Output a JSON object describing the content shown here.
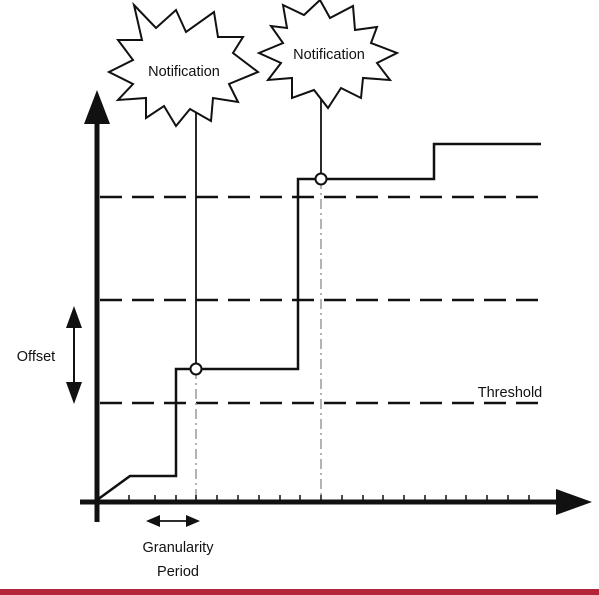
{
  "diagram": {
    "notification_label_1": "Notification",
    "notification_label_2": "Notification",
    "offset_label": "Offset",
    "threshold_label": "Threshold",
    "granularity_line_1": "Granularity",
    "granularity_line_2": "Period"
  },
  "colors": {
    "ink": "#111111",
    "dash_dot_gray": "#9a9a9a",
    "accent_rule": "#b3263a"
  }
}
